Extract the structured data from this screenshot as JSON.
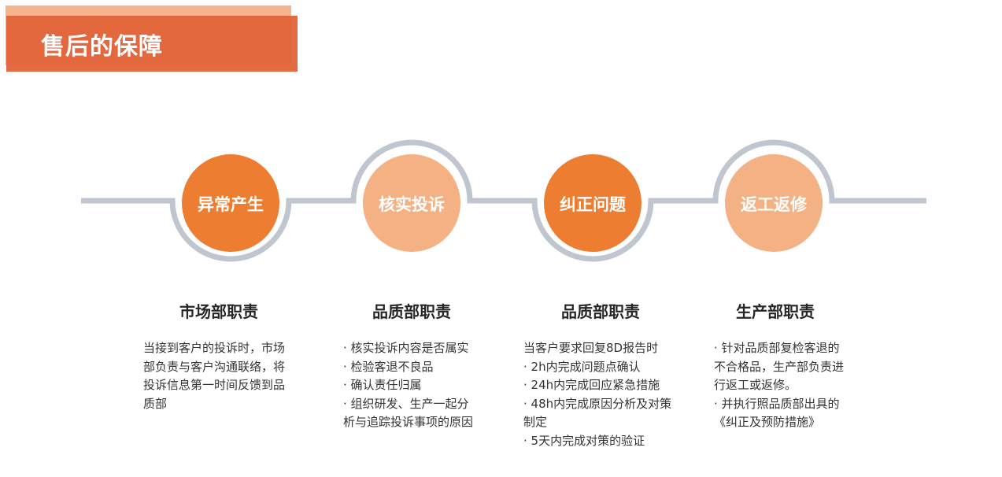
{
  "title": "售后的保障",
  "colors": {
    "dark_orange": "#ED7D31",
    "light_orange": "#F4B183",
    "connector": "#C0C6D0"
  },
  "steps": [
    {
      "label": "异常产生",
      "heading": "市场部职责",
      "lines": [
        "当接到客户的投诉时，市场",
        "部负责与客户沟通联络，将",
        "投诉信息第一时间反馈到品",
        "质部"
      ]
    },
    {
      "label": "核实投诉",
      "heading": "品质部职责",
      "lines": [
        "· 核实投诉内容是否属实",
        "· 检验客退不良品",
        "· 确认责任归属",
        "· 组织研发、生产一起分",
        "析与追踪投诉事项的原因"
      ]
    },
    {
      "label": "纠正问题",
      "heading": "品质部职责",
      "lines": [
        "当客户要求回复8D报告时",
        "· 2h内完成问题点确认",
        "· 24h内完成回应紧急措施",
        "· 48h内完成原因分析及对策",
        "制定",
        "· 5天内完成对策的验证"
      ]
    },
    {
      "label": "返工返修",
      "heading": "生产部职责",
      "lines": [
        "· 针对品质部复检客退的",
        "不合格品，生产部负责进",
        "行返工或返修。",
        "· 并执行照品质部出具的",
        "《纠正及预防措施》"
      ]
    }
  ]
}
